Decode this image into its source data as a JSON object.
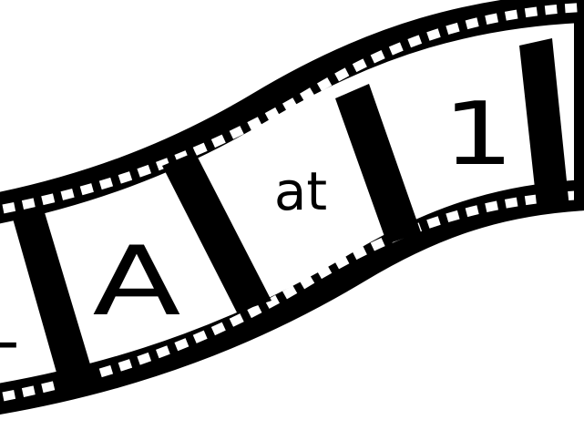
{
  "logo": {
    "frames": [
      {
        "text": "-"
      },
      {
        "text": "A"
      },
      {
        "text": "at"
      },
      {
        "text": "1"
      }
    ],
    "colors": {
      "strip": "#000000",
      "background": "#ffffff",
      "holes": "#ffffff"
    }
  }
}
